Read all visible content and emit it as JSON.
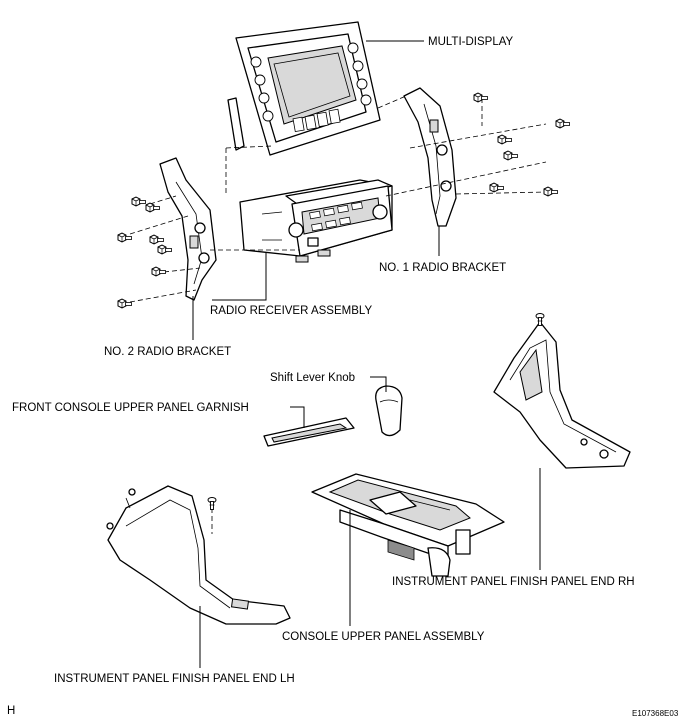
{
  "labels": {
    "multi_display": "MULTI-DISPLAY",
    "no1_radio_bracket": "NO. 1 RADIO BRACKET",
    "radio_receiver_assembly": "RADIO RECEIVER ASSEMBLY",
    "no2_radio_bracket": "NO. 2 RADIO BRACKET",
    "shift_lever_knob": "Shift Lever Knob",
    "front_console_upper_panel_garnish": "FRONT CONSOLE UPPER PANEL GARNISH",
    "instrument_panel_finish_panel_end_rh": "INSTRUMENT PANEL FINISH PANEL END RH",
    "console_upper_panel_assembly": "CONSOLE UPPER PANEL ASSEMBLY",
    "instrument_panel_finish_panel_end_lh": "INSTRUMENT PANEL FINISH PANEL END LH"
  },
  "corner_mark": "H",
  "figure_code": "E107368E03"
}
